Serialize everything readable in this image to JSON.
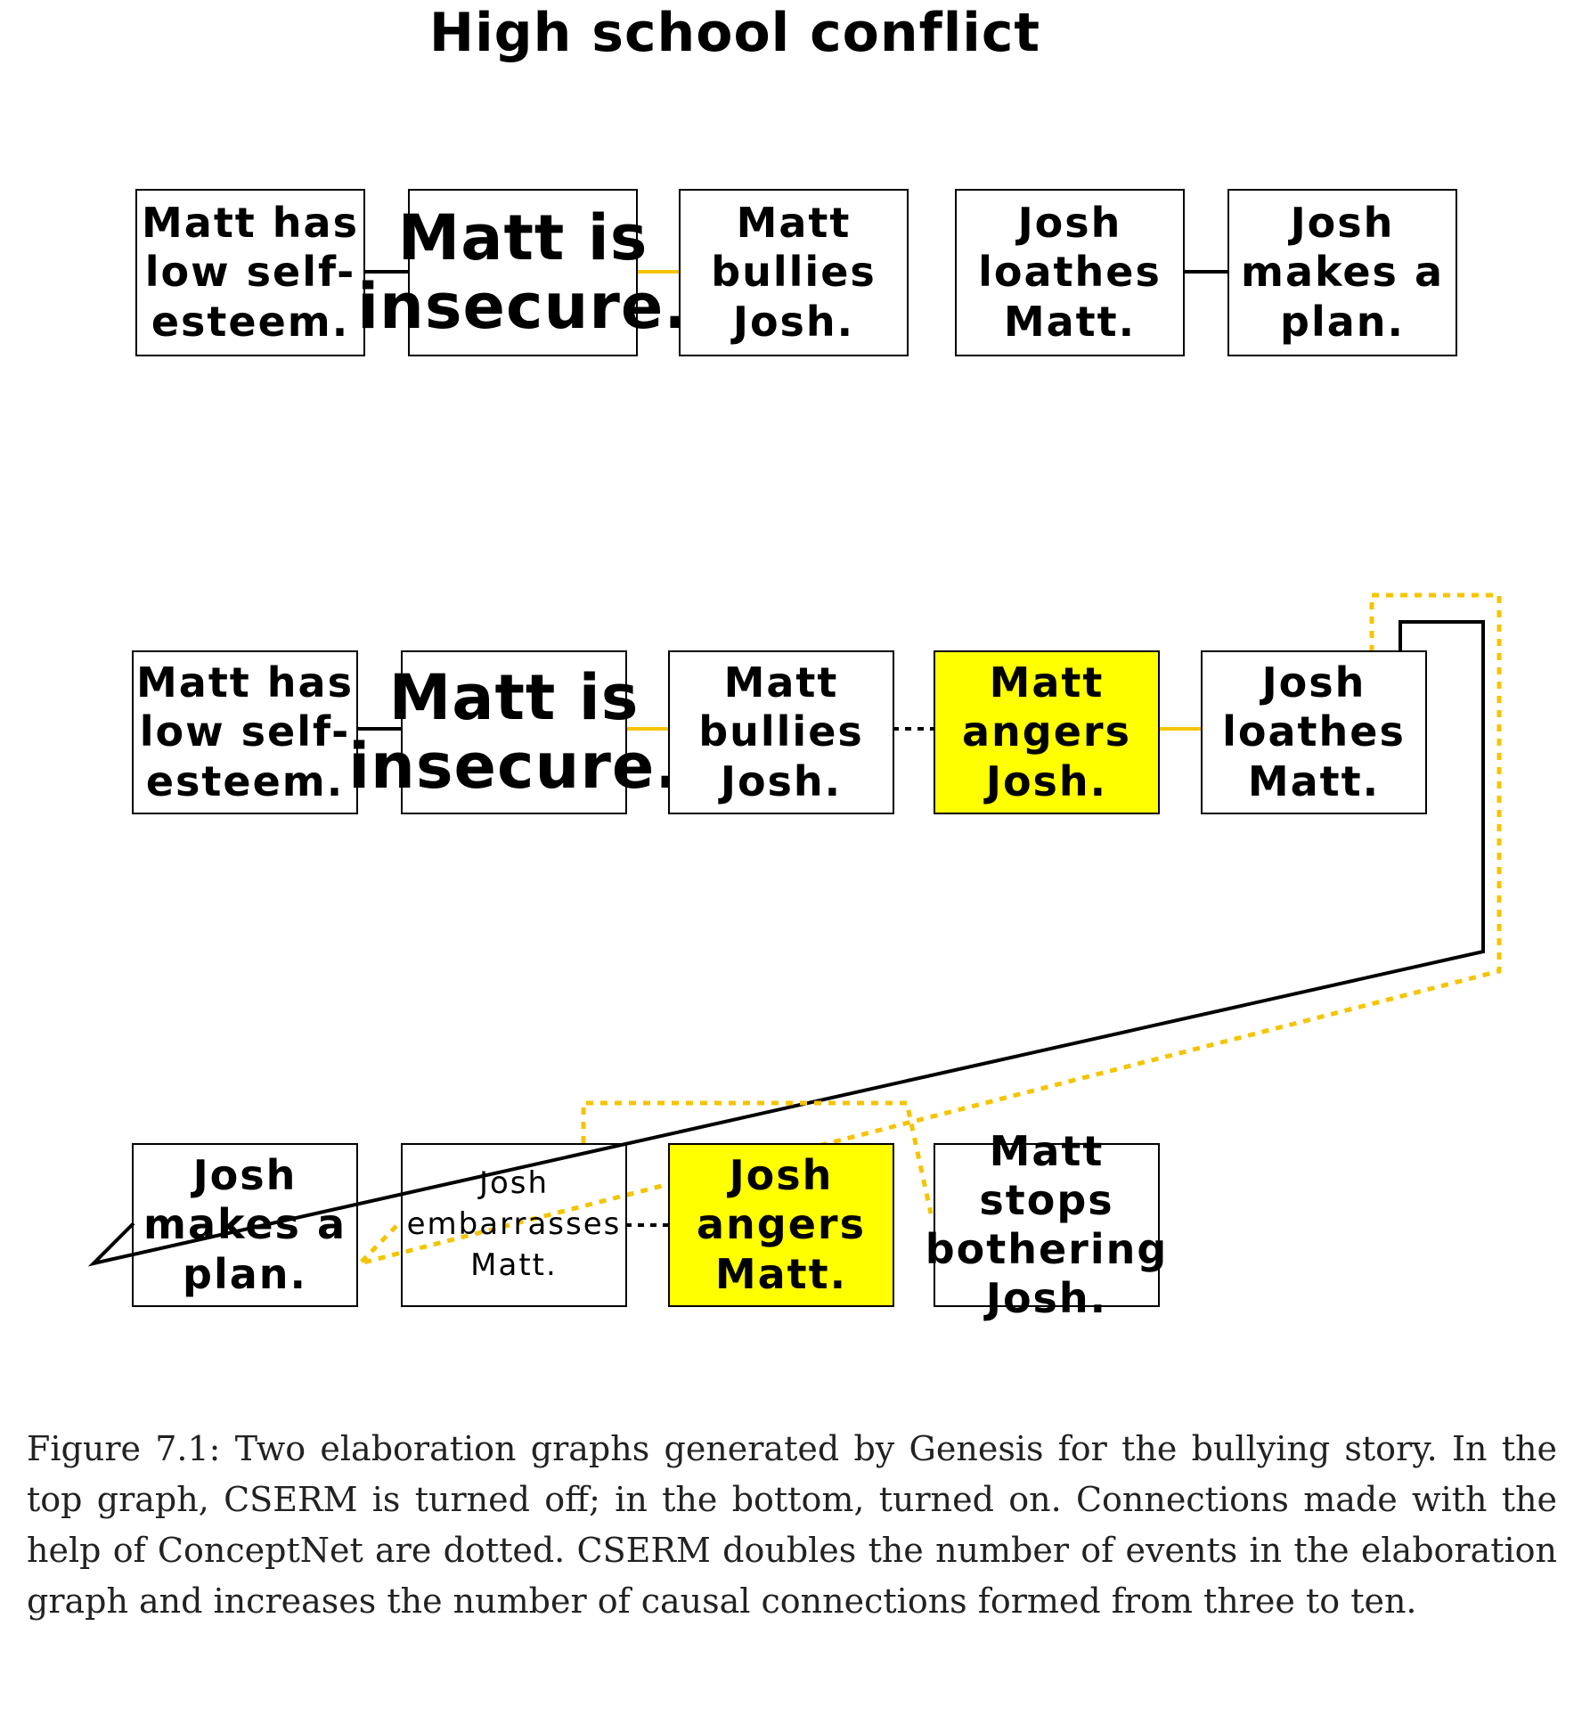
{
  "title": "High school conflict",
  "colors": {
    "highlight": "#ffff00",
    "conceptnet_link": "#f5c400",
    "causal_link": "#000000"
  },
  "top_graph": {
    "nodes": [
      "Matt has low self-esteem.",
      "Matt is insecure.",
      "Matt bullies Josh.",
      "Josh loathes Matt.",
      "Josh makes a plan."
    ]
  },
  "bottom_graph": {
    "row1": [
      "Matt has low self-esteem.",
      "Matt is insecure.",
      "Matt bullies Josh.",
      "Matt angers Josh.",
      "Josh loathes Matt."
    ],
    "row2": [
      "Josh makes a plan.",
      "Josh embarrasses Matt.",
      "Josh angers Matt.",
      "Matt stops bothering Josh."
    ]
  },
  "caption": "Figure 7.1: Two elaboration graphs generated by Genesis for the bullying story. In the top graph, CSERM is turned off; in the bottom, turned on. Connections made with the help of ConceptNet are dotted. CSERM doubles the number of events in the elaboration graph and increases the number of causal connections formed from three to ten."
}
